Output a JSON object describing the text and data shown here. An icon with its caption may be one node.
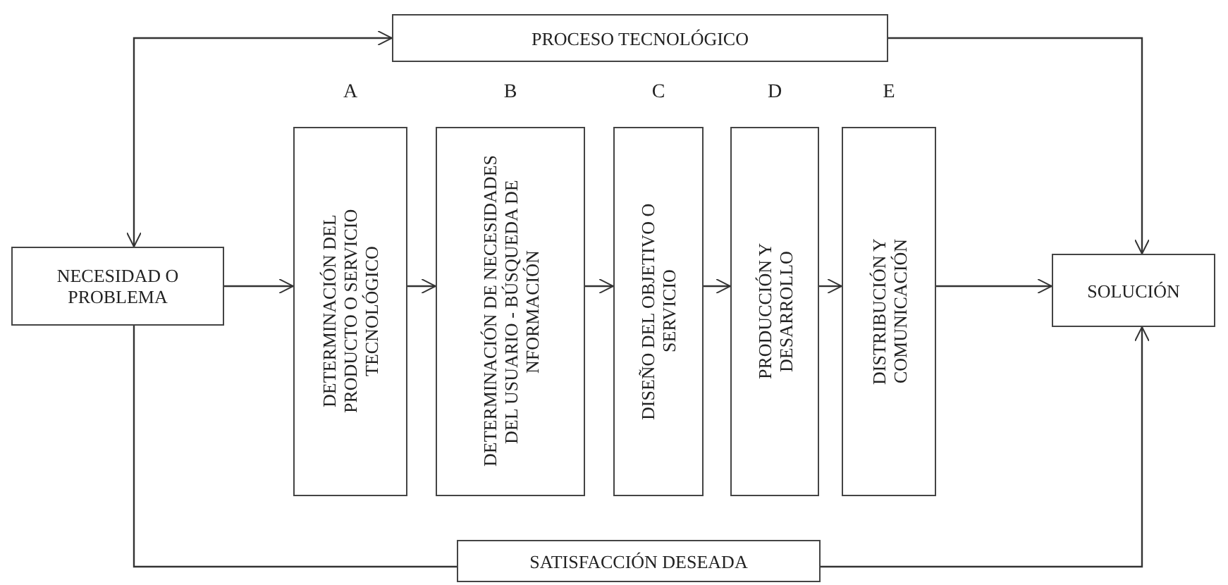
{
  "diagram": {
    "nodes": [
      {
        "text": [
          "PROCESO TECNOLÓGICO"
        ]
      },
      {
        "text": [
          "NECESIDAD O PROBLEMA"
        ]
      },
      {
        "text": [
          "A",
          "DETERMINACIÓN DEL PRODUCTO O SERVICIO TECNOLÓGICO"
        ]
      },
      {
        "text": [
          "B",
          "DETERMINACIÓN DE NECESIDADES DEL USUARIO - BÚSQUEDA DE NFORMACIÓN"
        ]
      },
      {
        "text": [
          "C",
          "DISEÑO DEL OBJETIVO O SERVICIO"
        ]
      },
      {
        "text": [
          "D",
          "PRODUCCIÓN Y DESARROLLO"
        ]
      },
      {
        "text": [
          "E",
          "DISTRIBUCIÓN Y COMUNICACIÓN"
        ]
      },
      {
        "text": [
          "SOLUCIÓN"
        ]
      },
      {
        "text": [
          "SATISFACCIÓN DESEADA"
        ]
      }
    ],
    "edges": [
      {
        "from": 1,
        "to": 0,
        "arrow": "both"
      },
      {
        "from": 0,
        "to": 7,
        "arrow": "to"
      },
      {
        "from": 1,
        "to": 2,
        "arrow": "to"
      },
      {
        "from": 2,
        "to": 3,
        "arrow": "to"
      },
      {
        "from": 3,
        "to": 4,
        "arrow": "to"
      },
      {
        "from": 4,
        "to": 5,
        "arrow": "to"
      },
      {
        "from": 5,
        "to": 6,
        "arrow": "to"
      },
      {
        "from": 6,
        "to": 7,
        "arrow": "to"
      },
      {
        "from": 1,
        "to": 8,
        "arrow": "none"
      },
      {
        "from": 8,
        "to": 7,
        "arrow": "to"
      }
    ]
  }
}
